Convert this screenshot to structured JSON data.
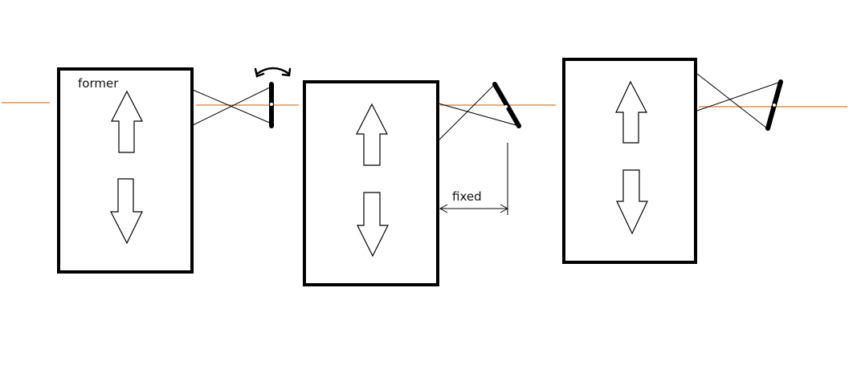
{
  "labels": {
    "former": "former",
    "fixed": "fixed"
  },
  "colors": {
    "centerline": "#e07a2e",
    "ink": "#000000",
    "background": "#ffffff"
  },
  "icons": [
    "up-arrow",
    "down-arrow",
    "curved-double-arrow",
    "pivot-bar"
  ]
}
